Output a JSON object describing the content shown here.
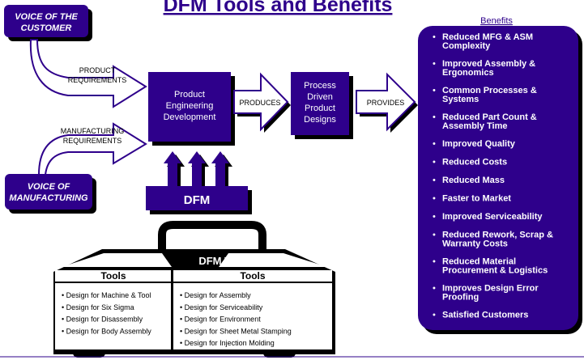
{
  "title": "DFM Tools and Benefits",
  "voice_customer": [
    "VOICE OF THE",
    "CUSTOMER"
  ],
  "voice_manufacturing": [
    "VOICE OF",
    "MANUFACTURING"
  ],
  "product_requirements": [
    "PRODUCT",
    "REQUIREMENTS"
  ],
  "manufacturing_requirements": [
    "MANUFACTURING",
    "REQUIREMENTS"
  ],
  "product_engineering": [
    "Product",
    "Engineering",
    "Development"
  ],
  "produces": "PRODUCES",
  "process_driven": [
    "Process",
    "Driven",
    "Product",
    "Designs"
  ],
  "provides": "PROVIDES",
  "dfm": "DFM",
  "benefits_header": "Benefits",
  "benefits": [
    [
      "Reduced MFG & ASM",
      "Complexity"
    ],
    [
      "Improved Assembly &",
      "Ergonomics"
    ],
    [
      "Common Processes &",
      "Systems"
    ],
    [
      "Reduced Part Count &",
      "Assembly Time"
    ],
    [
      "Improved Quality"
    ],
    [
      "Reduced Costs"
    ],
    [
      "Reduced Mass"
    ],
    [
      "Faster to Market"
    ],
    [
      "Improved Serviceability"
    ],
    [
      "Reduced Rework, Scrap &",
      "Warranty Costs"
    ],
    [
      "Reduced Material",
      "Procurement & Logistics"
    ],
    [
      "Improves Design Error",
      "Proofing"
    ],
    [
      "Satisfied Customers"
    ]
  ],
  "toolbox": {
    "title": "DFM Toolbox",
    "left_header": "Tools",
    "right_header": "Tools",
    "left_tools": [
      "Design for Machine & Tool",
      "Design for Six Sigma",
      "Design for Disassembly",
      "Design for Body Assembly"
    ],
    "right_tools": [
      "Design for Assembly",
      "Design for Serviceability",
      "Design for Environment",
      "Design for Sheet Metal Stamping",
      "Design for Injection Molding"
    ]
  },
  "colors": {
    "purple": "#2e008b",
    "shadow": "#000000",
    "white": "#ffffff"
  }
}
